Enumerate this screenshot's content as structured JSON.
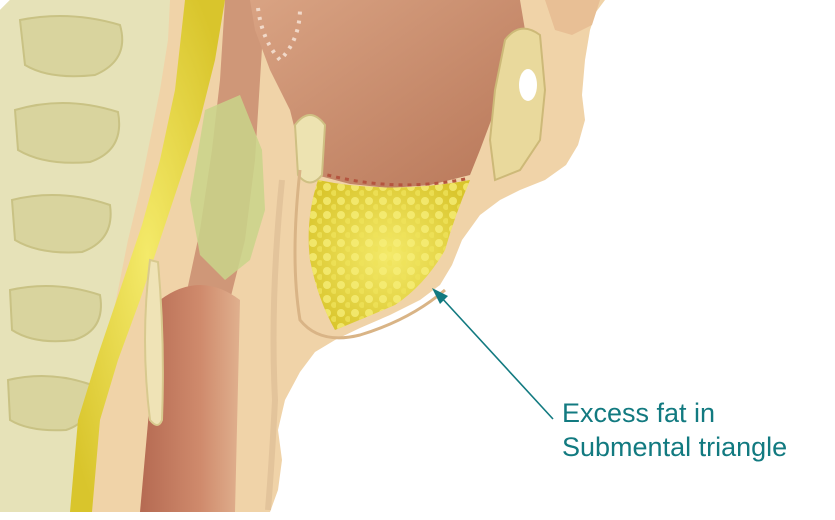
{
  "annotation": {
    "line1": "Excess fat in",
    "line2": "Submental triangle"
  },
  "colors": {
    "annotation": "#127a80",
    "fat": "#e6d43a",
    "skin": "#f0d3a8",
    "muscle": "#c98c6e",
    "vertebrae": "#e6e2b8"
  },
  "illustration": {
    "subject": "sagittal section of neck and chin"
  }
}
